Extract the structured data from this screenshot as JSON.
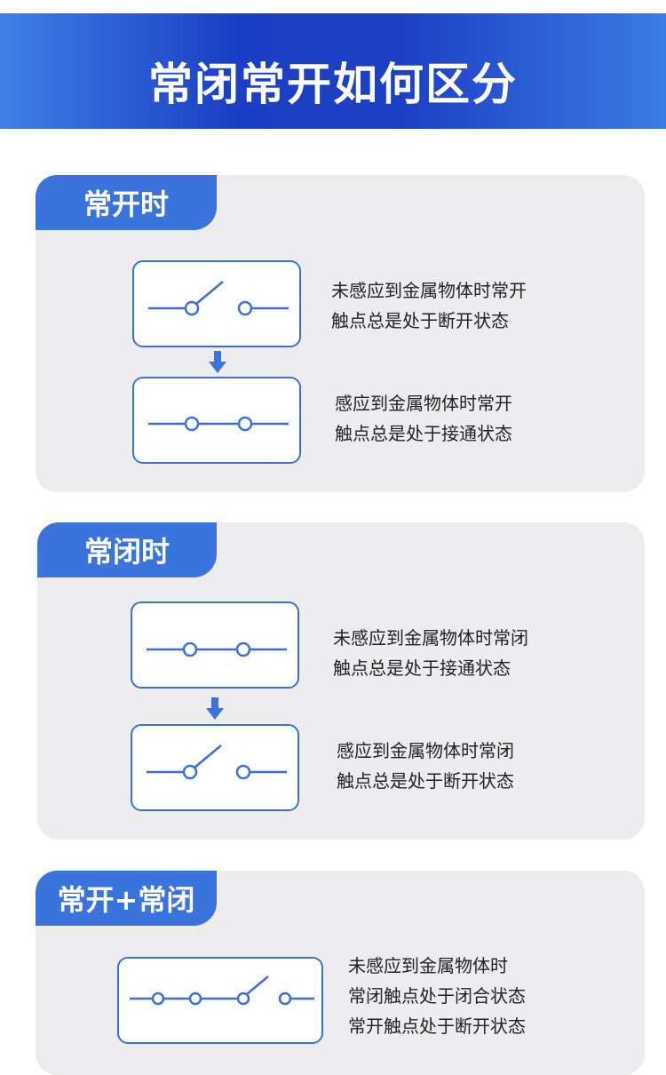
{
  "header": {
    "title": "常闭常开如何区分"
  },
  "sections": [
    {
      "tab": "常开时",
      "states": [
        {
          "line1": "未感应到金属物体时常开",
          "line2": "触点总是处于断开状态"
        },
        {
          "line1": "感应到金属物体时常开",
          "line2": "触点总是处于接通状态"
        }
      ]
    },
    {
      "tab": "常闭时",
      "states": [
        {
          "line1": "未感应到金属物体时常闭",
          "line2": "触点总是处于接通状态"
        },
        {
          "line1": "感应到金属物体时常闭",
          "line2": "触点总是处于断开状态"
        }
      ]
    },
    {
      "tab": "常开+常闭",
      "states": [
        {
          "line1": "未感应到金属物体时",
          "line2": "常闭触点处于闭合状态",
          "line3": "常开触点处于断开状态"
        }
      ]
    }
  ],
  "colors": {
    "accent": "#3b73dd",
    "banner_dark": "#1b3fc4",
    "card_bg": "#ededf0"
  },
  "icons": [
    "open-switch-icon",
    "closed-switch-icon",
    "down-arrow-icon",
    "nc-no-switch-icon"
  ]
}
